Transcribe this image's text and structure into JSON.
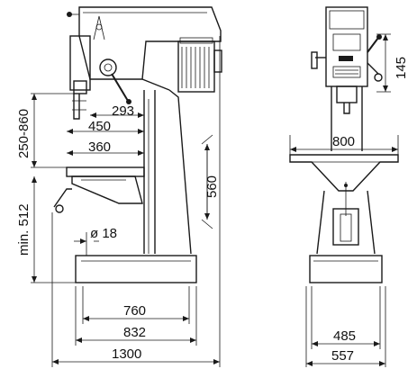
{
  "dimensions": {
    "d293": "293",
    "d450": "450",
    "d250_860": "250-860",
    "d360": "360",
    "d560": "560",
    "dmin512": "min. 512",
    "d18": "ø 18",
    "d760": "760",
    "d832": "832",
    "d1300": "1300",
    "d145": "145",
    "d800": "800",
    "d485": "485",
    "d557": "557"
  }
}
